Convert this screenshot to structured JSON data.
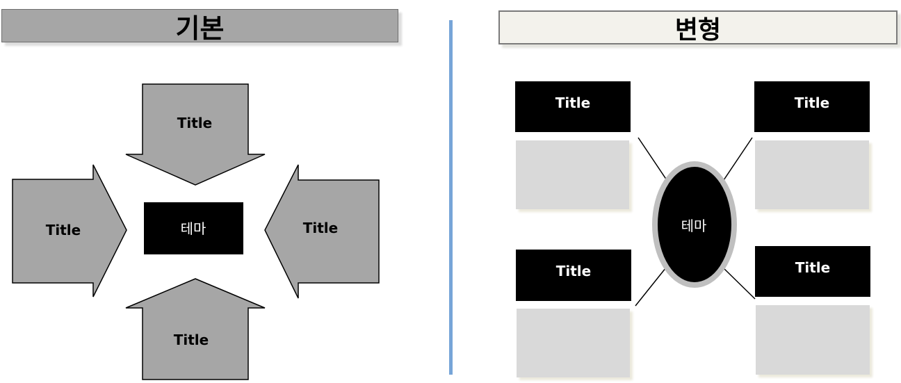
{
  "left_panel": {
    "header": "기본",
    "center": "테마",
    "arrows": {
      "top": "Title",
      "left": "Title",
      "right": "Title",
      "bottom": "Title"
    }
  },
  "right_panel": {
    "header": "변형",
    "center": "테마",
    "boxes": {
      "top_left": "Title",
      "top_right": "Title",
      "bottom_left": "Title",
      "bottom_right": "Title"
    }
  },
  "colors": {
    "arrow_fill": "#a6a6a6",
    "center_fill": "#000000",
    "content_box": "#d9d9d9",
    "divider": "#77a5d8",
    "right_header_fill": "#f3f2ec",
    "ellipse_border": "#bfbfbf"
  }
}
